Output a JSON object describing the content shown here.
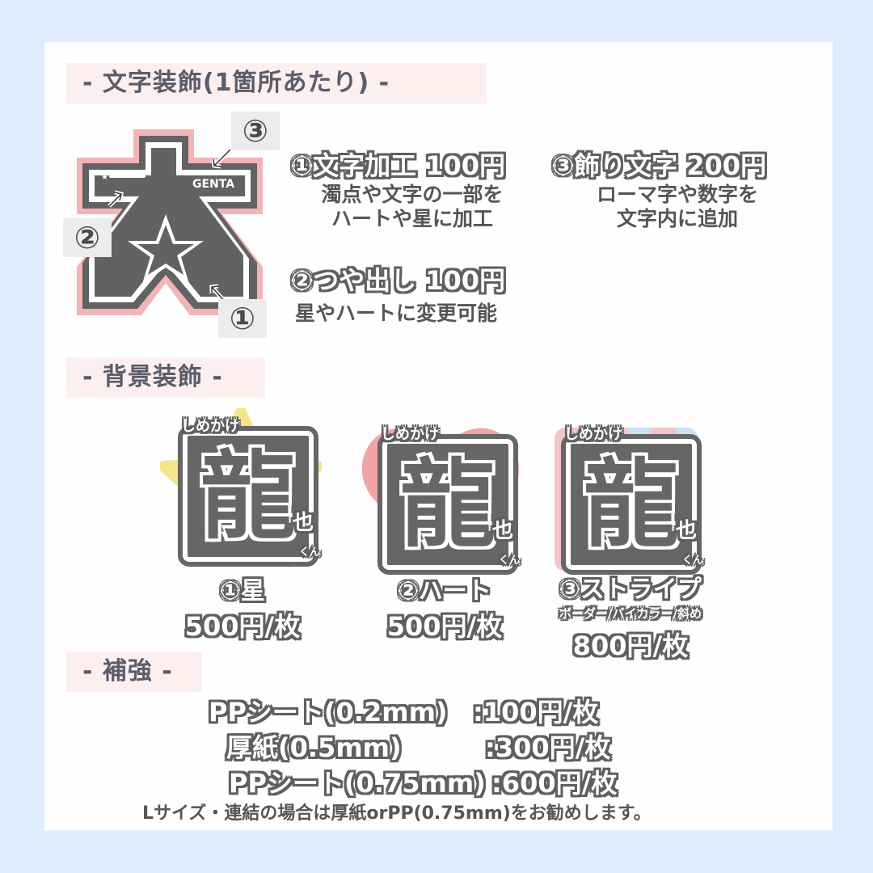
{
  "colors": {
    "page_bg": "#deecfd",
    "card_bg": "#fefefe",
    "section_title_bg": "#fdeef0",
    "text_dark": "#5c5c6a",
    "plate_gray": "#666666",
    "star_yellow": "#f7e48a",
    "heart_pink": "#f2a5a8",
    "stripe_pink": "#f4c4c6",
    "stripe_blue": "#c9e2f5"
  },
  "section1": {
    "title": "- 文字装飾(1箇所あたり) -",
    "illustration": {
      "kanji": "太",
      "decor_text": "GENTA",
      "markers": [
        "①",
        "②",
        "③"
      ]
    },
    "options": [
      {
        "title": "①文字加工 100円",
        "desc_lines": [
          "濁点や文字の一部を",
          "ハートや星に加工"
        ]
      },
      {
        "title": "③飾り文字 200円",
        "desc_lines": [
          "ローマ字や数字を",
          "文字内に追加"
        ]
      },
      {
        "title": "②つや出し 100円",
        "desc_lines": [
          "星やハートに変更可能"
        ]
      }
    ]
  },
  "section2": {
    "title": "- 背景装飾 -",
    "sample_plate": {
      "top_text": "しめかけ",
      "kanji": "龍",
      "side_text": "也",
      "suffix": "くん"
    },
    "items": [
      {
        "label": "①星",
        "sub": "",
        "price": "500円/枚",
        "shape": "star"
      },
      {
        "label": "②ハート",
        "sub": "",
        "price": "500円/枚",
        "shape": "heart"
      },
      {
        "label": "③ストライプ",
        "sub": "ボーダー/バイカラー/斜め",
        "price": "800円/枚",
        "shape": "stripe"
      }
    ]
  },
  "section3": {
    "title": "- 補強 -",
    "rows": [
      {
        "name": "PPシート(0.2mm)",
        "price": ":100円/枚"
      },
      {
        "name": "厚紙(0.5mm)",
        "price": ":300円/枚"
      },
      {
        "name": "PPシート(0.75mm)",
        "price": ":600円/枚"
      }
    ],
    "note": "Lサイズ・連結の場合は厚紙orPP(0.75mm)をお勧めします。"
  }
}
